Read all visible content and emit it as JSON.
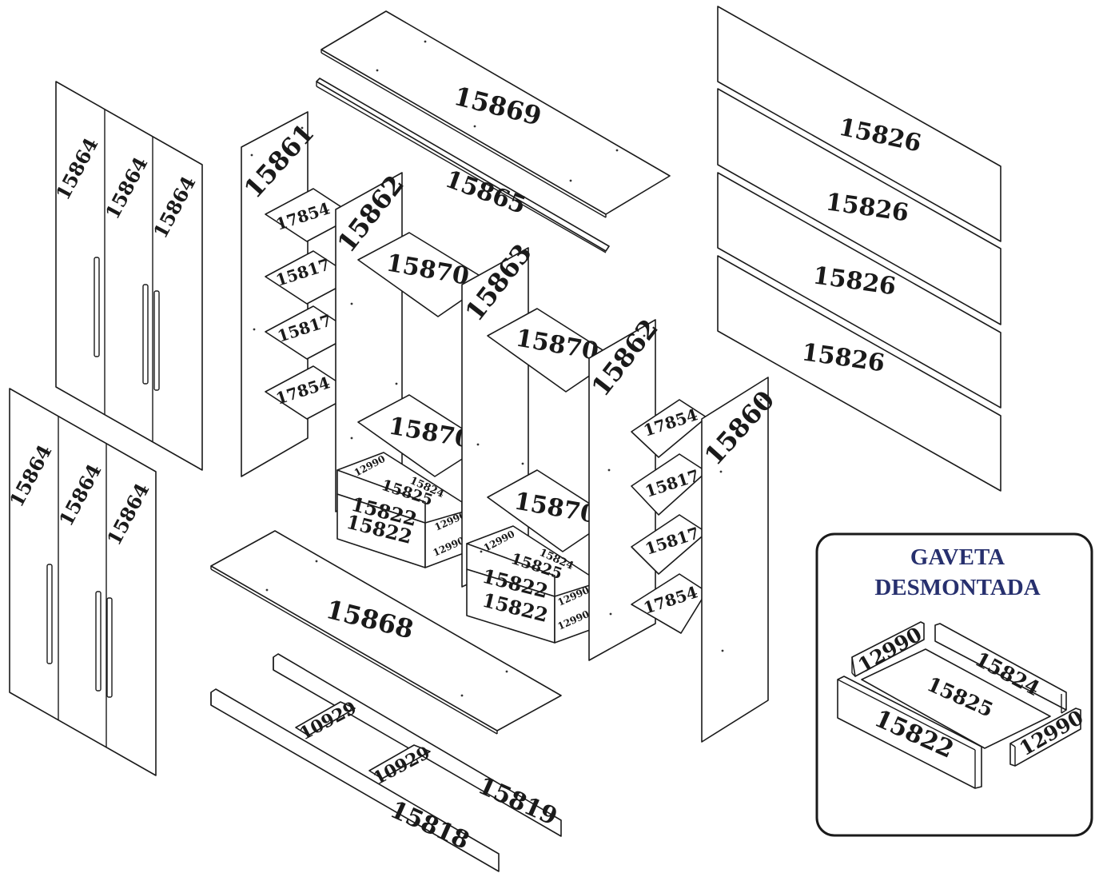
{
  "parts": {
    "door_a1": "15864",
    "door_a2": "15864",
    "door_a3": "15864",
    "door_b1": "15864",
    "door_b2": "15864",
    "door_b3": "15864",
    "top": "15869",
    "rail_top": "15865",
    "side_left": "15861",
    "divider_1": "15862",
    "divider_2": "15863",
    "divider_3": "15862",
    "side_right": "15860",
    "bottom": "15868",
    "base_front": "15818",
    "base_back": "15819",
    "base_cross_1": "10929",
    "base_cross_2": "10929",
    "back_1": "15826",
    "back_2": "15826",
    "back_3": "15826",
    "back_4": "15826",
    "left_shelves": [
      "17854",
      "15817",
      "15817",
      "17854"
    ],
    "right_shelves": [
      "17854",
      "15817",
      "15817",
      "17854"
    ],
    "mid_shelves_1": [
      "15870",
      "15870"
    ],
    "mid_shelves_2": [
      "15870",
      "15870"
    ],
    "drawer_1": {
      "bottom": "15825",
      "back": "15824",
      "side_a": "12990",
      "side_b": "12990",
      "side_c": "12990",
      "front_top": "15822",
      "front_bottom": "15822"
    },
    "drawer_2": {
      "bottom": "15825",
      "back": "15824",
      "side_a": "12990",
      "side_b": "12990",
      "side_c": "12990",
      "front_top": "15822",
      "front_bottom": "15822"
    }
  },
  "inset": {
    "title_line1": "GAVETA",
    "title_line2": "DESMONTADA",
    "side_left": "12990",
    "back": "15824",
    "bottom": "15825",
    "front": "15822",
    "side_right": "12990"
  }
}
